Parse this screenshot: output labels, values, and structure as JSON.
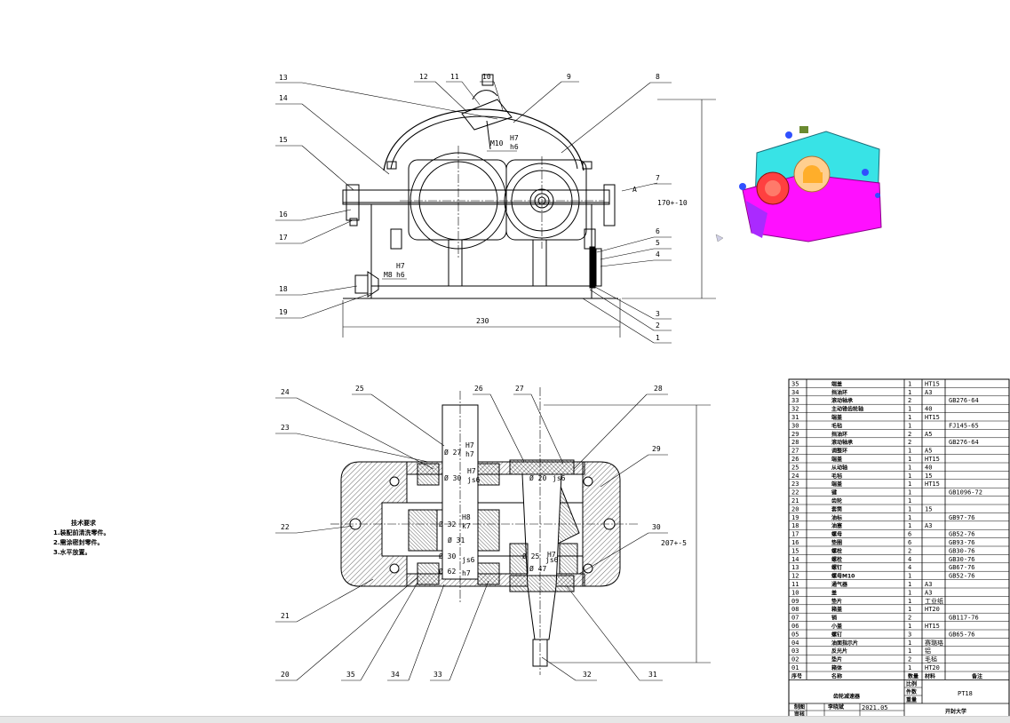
{
  "callouts": [
    "1",
    "2",
    "3",
    "4",
    "5",
    "6",
    "7",
    "8",
    "9",
    "10",
    "11",
    "12",
    "13",
    "14",
    "15",
    "16",
    "17",
    "18",
    "19",
    "20",
    "21",
    "22",
    "23",
    "24",
    "25",
    "26",
    "27",
    "28",
    "29",
    "30",
    "31",
    "32",
    "33",
    "34",
    "35"
  ],
  "dimensions": {
    "width_230": "230",
    "height_170": "170+-10",
    "height_207": "207+-5",
    "fit_m10": "M10",
    "fit_m8": "M8",
    "fit_h7": "H7",
    "fit_h6": "h6",
    "fit_h7_shaft": "h7",
    "fit_js6": "js6",
    "fit_h8": "H8",
    "fit_k7": "k7",
    "d27": "Ø 27",
    "d30": "Ø 30",
    "d32": "Ø 32",
    "d31": "Ø 31",
    "d30b": "Ø 30",
    "d62": "Ø 62",
    "d20": "Ø 20",
    "d47": "Ø 47",
    "d25": "Ø 25",
    "view_mark": "A"
  },
  "notes": {
    "title": "技术要求",
    "items": [
      "1.装配前清洗零件。",
      "2.需涂密封零件。",
      "3.水平放置。"
    ]
  },
  "bom": {
    "rows": [
      {
        "no": "35",
        "name": "端盖",
        "qty": "1",
        "mat": "HT15",
        "note": ""
      },
      {
        "no": "34",
        "name": "挡油环",
        "qty": "1",
        "mat": "A3",
        "note": ""
      },
      {
        "no": "33",
        "name": "滚动轴承",
        "qty": "2",
        "mat": "",
        "note": "GB276-64"
      },
      {
        "no": "32",
        "name": "主动锥齿轮轴",
        "qty": "1",
        "mat": "40",
        "note": ""
      },
      {
        "no": "31",
        "name": "端盖",
        "qty": "1",
        "mat": "HT15",
        "note": ""
      },
      {
        "no": "30",
        "name": "毛毡",
        "qty": "1",
        "mat": "",
        "note": "FJ145-65"
      },
      {
        "no": "29",
        "name": "挡油环",
        "qty": "2",
        "mat": "A5",
        "note": ""
      },
      {
        "no": "28",
        "name": "滚动轴承",
        "qty": "2",
        "mat": "",
        "note": "GB276-64"
      },
      {
        "no": "27",
        "name": "调整环",
        "qty": "1",
        "mat": "A5",
        "note": ""
      },
      {
        "no": "26",
        "name": "端盖",
        "qty": "1",
        "mat": "HT15",
        "note": ""
      },
      {
        "no": "25",
        "name": "从动轴",
        "qty": "1",
        "mat": "40",
        "note": ""
      },
      {
        "no": "24",
        "name": "毛毡",
        "qty": "1",
        "mat": "15",
        "note": ""
      },
      {
        "no": "23",
        "name": "端盖",
        "qty": "1",
        "mat": "HT15",
        "note": ""
      },
      {
        "no": "22",
        "name": "键",
        "qty": "1",
        "mat": "",
        "note": "GB1096-72"
      },
      {
        "no": "21",
        "name": "齿轮",
        "qty": "1",
        "mat": "",
        "note": ""
      },
      {
        "no": "20",
        "name": "套筒",
        "qty": "1",
        "mat": "15",
        "note": ""
      },
      {
        "no": "19",
        "name": "油标",
        "qty": "1",
        "mat": "",
        "note": "GB97-76"
      },
      {
        "no": "18",
        "name": "油塞",
        "qty": "1",
        "mat": "A3",
        "note": ""
      },
      {
        "no": "17",
        "name": "螺母",
        "qty": "6",
        "mat": "",
        "note": "GB52-76"
      },
      {
        "no": "16",
        "name": "垫圈",
        "qty": "6",
        "mat": "",
        "note": "GB93-76"
      },
      {
        "no": "15",
        "name": "螺栓",
        "qty": "2",
        "mat": "",
        "note": "GB30-76"
      },
      {
        "no": "14",
        "name": "螺栓",
        "qty": "4",
        "mat": "",
        "note": "GB30-76"
      },
      {
        "no": "13",
        "name": "螺钉",
        "qty": "4",
        "mat": "",
        "note": "GB67-76"
      },
      {
        "no": "12",
        "name": "螺母M10",
        "qty": "1",
        "mat": "",
        "note": "GB52-76"
      },
      {
        "no": "11",
        "name": "通气器",
        "qty": "1",
        "mat": "A3",
        "note": ""
      },
      {
        "no": "10",
        "name": "盖",
        "qty": "1",
        "mat": "A3",
        "note": ""
      },
      {
        "no": "09",
        "name": "垫片",
        "qty": "1",
        "mat": "工业纸",
        "note": ""
      },
      {
        "no": "08",
        "name": "箱盖",
        "qty": "1",
        "mat": "HT20",
        "note": ""
      },
      {
        "no": "07",
        "name": "销",
        "qty": "2",
        "mat": "",
        "note": "GB117-76"
      },
      {
        "no": "06",
        "name": "小盖",
        "qty": "1",
        "mat": "HT15",
        "note": ""
      },
      {
        "no": "05",
        "name": "螺钉",
        "qty": "3",
        "mat": "",
        "note": "GB65-76"
      },
      {
        "no": "04",
        "name": "油面指示片",
        "qty": "1",
        "mat": "赛璐珞",
        "note": ""
      },
      {
        "no": "03",
        "name": "反光片",
        "qty": "1",
        "mat": "铝",
        "note": ""
      },
      {
        "no": "02",
        "name": "垫片",
        "qty": "2",
        "mat": "毛毡",
        "note": ""
      },
      {
        "no": "01",
        "name": "箱体",
        "qty": "1",
        "mat": "HT20",
        "note": ""
      }
    ],
    "header": {
      "no": "序号",
      "name": "名称",
      "qty": "数量",
      "mat": "材料",
      "note": "备注"
    },
    "title": "齿轮减速器",
    "scale_label": "比例",
    "weight_label": "重量",
    "sheet_label": "件数",
    "drawing_no": "PT18",
    "drawn_label": "制图",
    "drawn_name": "李晓斌",
    "date": "2021.05",
    "review_label": "审核",
    "school": "开封大学"
  },
  "colors": {
    "line": "#000000",
    "hatch": "#000000",
    "model_cyan": "#38e3e6",
    "model_magenta": "#ff10ff",
    "model_red": "#ff4040",
    "model_orange": "#ffae2a",
    "model_blue": "#3050ff"
  }
}
